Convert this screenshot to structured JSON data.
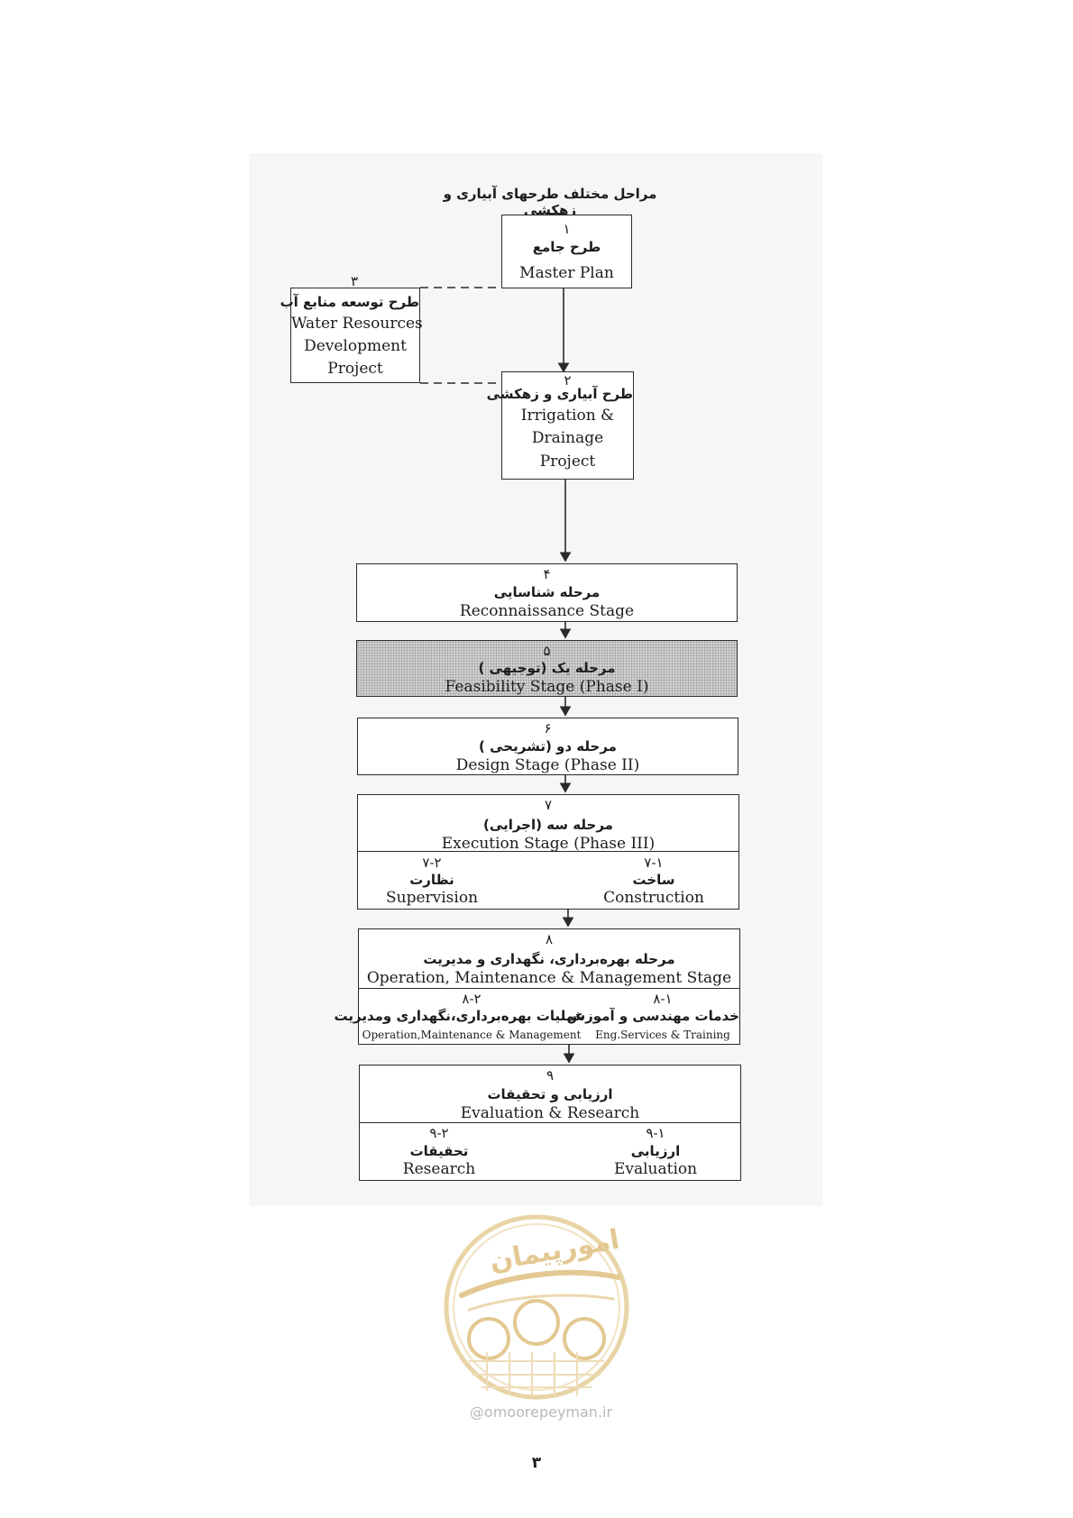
{
  "diagram_title": "مراحل مختلف طرحهای آبیاری و زهکشی",
  "nodes": {
    "master_plan": {
      "num": "۱",
      "fa": "طرح جامع",
      "en": "Master Plan"
    },
    "water_resources": {
      "num": "۳",
      "fa": "طرح توسعه منابع آب",
      "en1": "Water Resources",
      "en2": "Development",
      "en3": "Project"
    },
    "irrigation": {
      "num": "۲",
      "fa": "طرح آبیاری و زهکشی",
      "en1": "Irrigation &",
      "en2": "Drainage",
      "en3": "Project"
    },
    "reconnaissance": {
      "num": "۴",
      "fa": "مرحله شناسایی",
      "en": "Reconnaissance Stage"
    },
    "feasibility": {
      "num": "۵",
      "fa": "مرحله یک (توجیهی )",
      "en": "Feasibility Stage (Phase I)"
    },
    "design": {
      "num": "۶",
      "fa": "مرحله دو (تشریحی )",
      "en": "Design Stage (Phase II)"
    },
    "execution": {
      "num": "۷",
      "fa": "مرحله سه (اجرایی)",
      "en": "Execution Stage (Phase III)",
      "right": {
        "num": "۷-۱",
        "fa": "ساخت",
        "en": "Construction"
      },
      "left": {
        "num": "۷-۲",
        "fa": "نظارت",
        "en": "Supervision"
      }
    },
    "operation": {
      "num": "۸",
      "fa": "مرحله بهره‌برداری، نگهداری و مدیریت",
      "en": "Operation, Maintenance & Management Stage",
      "right": {
        "num": "۸-۱",
        "fa": "خدمات مهندسی و آموزش",
        "en": "Eng.Services & Training"
      },
      "left": {
        "num": "۸-۲",
        "fa": "عملیات بهره‌برداری،نگهداری ومدیریت",
        "en": "Operation,Maintenance & Management"
      }
    },
    "evaluation": {
      "num": "۹",
      "fa": "ارزیابی و تحقیقات",
      "en": "Evaluation & Research",
      "right": {
        "num": "۹-۱",
        "fa": "ارزیابی",
        "en": "Evaluation"
      },
      "left": {
        "num": "۹-۲",
        "fa": "تحقیقات",
        "en": "Research"
      }
    }
  },
  "watermark": {
    "text": "omoorepeyman.ir",
    "logo_text": "امورپیمان"
  },
  "page_number": "۳",
  "colors": {
    "line": "#2a2a2a",
    "shade": "#d4d4d4",
    "watermark": "#e3c892"
  }
}
